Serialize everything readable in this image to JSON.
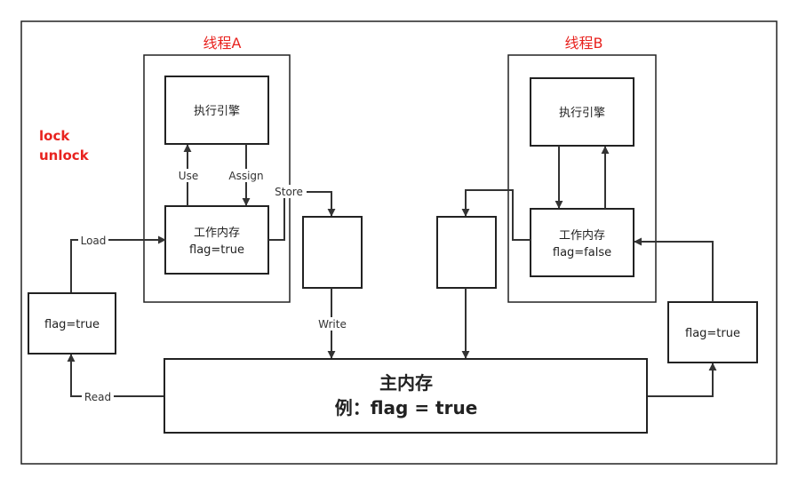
{
  "thread_a": {
    "title": "线程A",
    "engine": "执行引擎",
    "memory_title": "工作内存",
    "memory_value": "flag=true"
  },
  "thread_b": {
    "title": "线程B",
    "engine": "执行引擎",
    "memory_title": "工作内存",
    "memory_value": "flag=false"
  },
  "lock_ops": {
    "lock": "lock",
    "unlock": "unlock"
  },
  "main_memory": {
    "title": "主内存",
    "example": "例：flag = true"
  },
  "left_buffer": "flag=true",
  "right_buffer": "flag=true",
  "labels": {
    "use": "Use",
    "assign": "Assign",
    "store": "Store",
    "load": "Load",
    "write": "Write",
    "read": "Read"
  },
  "colors": {
    "accent": "#e8231f",
    "stroke": "#222222"
  }
}
